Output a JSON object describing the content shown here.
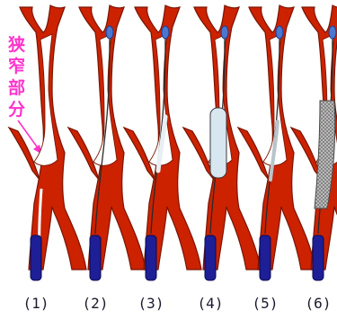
{
  "annotation": {
    "chars": [
      "狭",
      "窄",
      "部",
      "分"
    ]
  },
  "steps": [
    {
      "label": "(1)",
      "devices": {
        "wire": false,
        "embolic_filter": false,
        "balloon": "none",
        "stent": false
      }
    },
    {
      "label": "(2)",
      "devices": {
        "wire": true,
        "embolic_filter": true,
        "balloon": "none",
        "stent": false
      }
    },
    {
      "label": "(3)",
      "devices": {
        "wire": true,
        "embolic_filter": true,
        "balloon": "deflated",
        "stent": false
      }
    },
    {
      "label": "(4)",
      "devices": {
        "wire": true,
        "embolic_filter": true,
        "balloon": "inflated",
        "stent": false
      }
    },
    {
      "label": "(5)",
      "devices": {
        "wire": true,
        "embolic_filter": true,
        "balloon": "deflated",
        "stent": false
      }
    },
    {
      "label": "(6)",
      "devices": {
        "wire": true,
        "embolic_filter": true,
        "balloon": "none",
        "stent": true
      }
    }
  ],
  "colors": {
    "vessel_wall": "#cc2200",
    "vessel_outline": "#7a1400",
    "lumen": "#ffffff",
    "catheter": "#1e1e96",
    "filter": "#4a78d0",
    "balloon": "#d8e6f0",
    "stent": "#bdbdbd",
    "annotation": "#ff33cc"
  }
}
